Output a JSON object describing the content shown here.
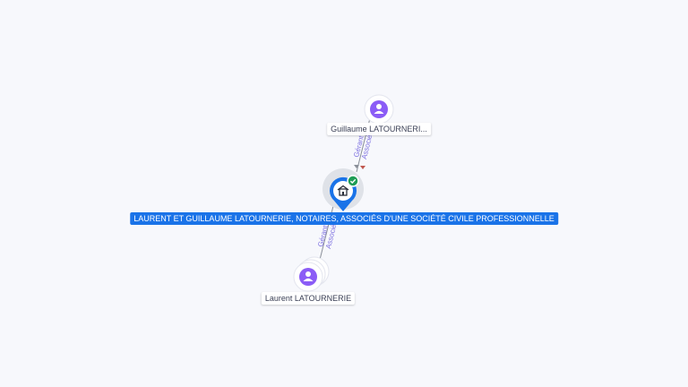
{
  "colors": {
    "background": "#f7f8fc",
    "company": "#1a73e8",
    "person": "#8b5cf6",
    "check": "#1f9d55",
    "edge_text": "#7c6fe0",
    "edge_line": "#8a8f99"
  },
  "company": {
    "name": "LAURENT ET GUILLAUME LATOURNERIE, NOTAIRES, ASSOCIÉS D'UNE SOCIÉTÉ CIVILE PROFESSIONNELLE",
    "icon": "building-icon",
    "status_icon": "check-icon"
  },
  "persons": [
    {
      "name": "Guillaume LATOURNERI...",
      "icon": "person-icon"
    },
    {
      "name": "Laurent LATOURNERIE",
      "icon": "person-icon"
    }
  ],
  "edges": [
    {
      "from": "Guillaume LATOURNERI...",
      "to": "company",
      "roles": [
        "Gérant",
        "Associé"
      ]
    },
    {
      "from": "Laurent LATOURNERIE",
      "to": "company",
      "roles": [
        "Gérant",
        "Associé"
      ]
    }
  ]
}
